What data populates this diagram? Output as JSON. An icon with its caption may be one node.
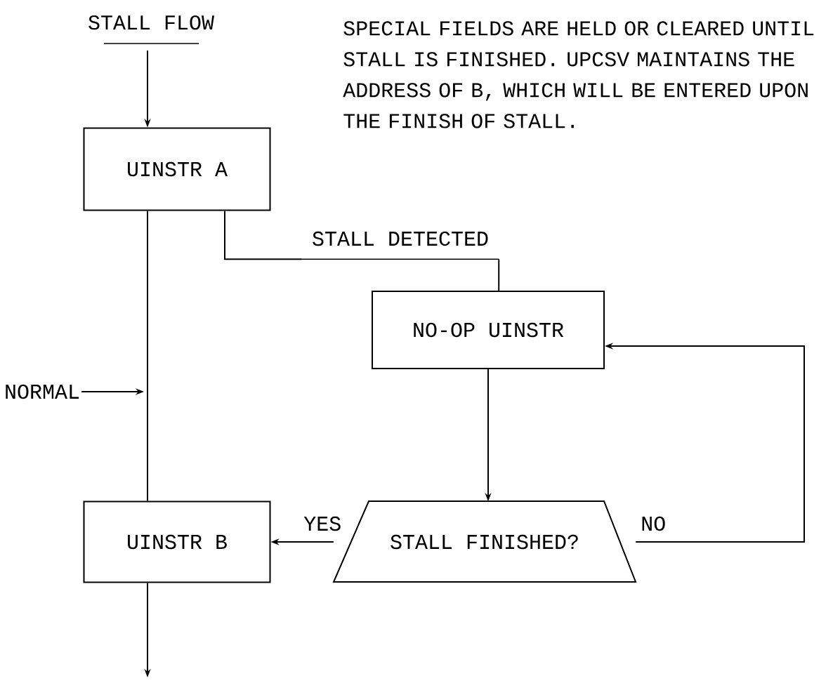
{
  "diagram": {
    "title": "STALL FLOW",
    "nodes": [
      {
        "text": [
          "UINSTR A"
        ]
      },
      {
        "text": [
          "NO-OP UINSTR"
        ]
      },
      {
        "text": [
          "STALL FINISHED?"
        ]
      },
      {
        "text": [
          "UINSTR B"
        ]
      },
      {
        "text": [
          "NORMAL"
        ]
      },
      {
        "text": [
          "STALL DETECTED"
        ]
      }
    ],
    "edges": [
      {
        "from": null,
        "to": 0,
        "arrow": "to"
      },
      {
        "from": 0,
        "to": 3,
        "arrow": "none"
      },
      {
        "from": 0,
        "to": 5,
        "arrow": "none"
      },
      {
        "from": 5,
        "to": 1,
        "arrow": "none"
      },
      {
        "from": 1,
        "to": 2,
        "arrow": "to"
      },
      {
        "from": 2,
        "to": 3,
        "arrow": "to",
        "label": "YES"
      },
      {
        "from": 2,
        "to": 1,
        "arrow": "to",
        "label": "NO"
      },
      {
        "from": 3,
        "to": null,
        "arrow": "to"
      },
      {
        "from": 4,
        "to": null,
        "arrow": "to"
      }
    ],
    "labels": [
      "SPECIAL FIELDS ARE HELD OR CLEARED UNTIL STALL IS FINISHED.  UPCSV MAINTAINS THE ADDRESS OF B, WHICH WILL BE ENTERED UPON THE FINISH OF STALL."
    ]
  }
}
